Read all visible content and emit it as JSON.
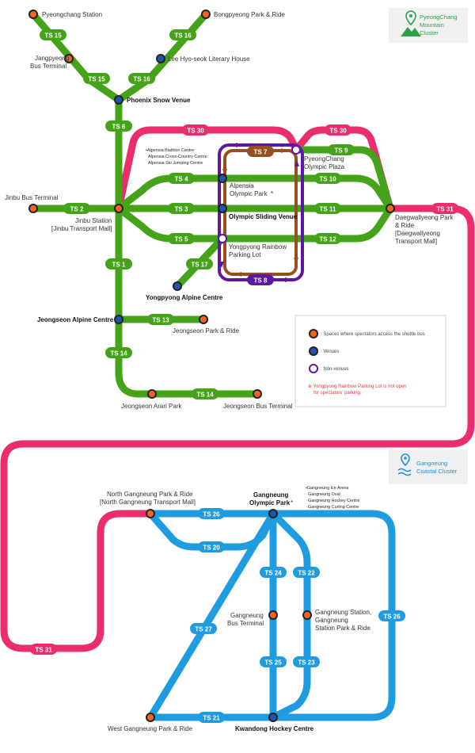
{
  "colors": {
    "green": "#44a318",
    "pink": "#ea2d6d",
    "blue": "#1f9ce0",
    "purple": "#5d18a2",
    "brown": "#94501e",
    "spectator_dot": "#f26522",
    "venue_dot": "#1e55b0",
    "nonvenue_dot": "#ffffff",
    "cluster_mountain": "#2ea04a",
    "cluster_coastal": "#1f8fd6"
  },
  "clusters": {
    "mountain": [
      "PyeongChang",
      "Mountain",
      "Cluster"
    ],
    "coastal": [
      "Gangneung",
      "Coastal Cluster"
    ],
    "mountain_icon": "mountain-pin-icon",
    "coastal_icon": "waves-pin-icon"
  },
  "routes": {
    "ts1": "TS 1",
    "ts2": "TS 2",
    "ts3": "TS 3",
    "ts4": "TS 4",
    "ts5": "TS 5",
    "ts6": "TS 6",
    "ts7": "TS 7",
    "ts8": "TS 8",
    "ts9": "TS 9",
    "ts10": "TS 10",
    "ts11": "TS 11",
    "ts12": "TS 12",
    "ts13": "TS 13",
    "ts14": "TS 14",
    "ts15": "TS 15",
    "ts16": "TS 16",
    "ts17": "TS 17",
    "ts20": "TS 20",
    "ts21": "TS 21",
    "ts22": "TS 22",
    "ts23": "TS 23",
    "ts24": "TS 24",
    "ts25": "TS 25",
    "ts26": "TS 26",
    "ts27": "TS 27",
    "ts30": "TS 30",
    "ts31": "TS 31"
  },
  "stations": {
    "pyeongchang_station": "Pyeongchang Station",
    "bongpyeong": "Bongpyeong Park & Ride",
    "jangpyeong_1": "Jangpyeong",
    "jangpyeong_2": "Bus Terminal",
    "lee_hyo_seok": "Lee Hyo-seok Literary House",
    "phoenix": "Phoenix Snow Venue",
    "alpensia_notes": [
      "•Alpensia Biathlon Centre",
      "Alpensia Cross-Country Centre",
      "Alpensia Ski Jumping Centre"
    ],
    "pc_plaza_1": "PyeongChang",
    "pc_plaza_2": "Olympic Plaza",
    "jinbu_bus": "Jinbu Bus Terminal",
    "jinbu_station_1": "Jinbu Station",
    "jinbu_station_2": "[Jinbu Transport Mall]",
    "alpensia_park_1": "Alpensia",
    "alpensia_park_2": "Olympic Park",
    "star": "*",
    "sliding": "Olympic Sliding Venue",
    "daegwallyeong": [
      "Daegwallyeong Park",
      "& Ride",
      "[Daegwallyeong",
      "Transport Mall]"
    ],
    "yongpyong_parking": [
      "Yongpyong Rainbow",
      "Parking Lot"
    ],
    "yongpyong_alpine": "Yongpyong Alpine Centre",
    "jeongseon_alpine": "Jeongseon Alpine Centre",
    "jeongseon_pr": "Jeongseon Park & Ride",
    "jeongseon_arari": "Jeongseon Arari Park",
    "jeongseon_bus": "Jeongseon Bus Terminal",
    "north_gn_1": "North Gangneung Park & Ride",
    "north_gn_2": "[North Gangneung Transport Mall]",
    "gn_park_1": "Gangneung",
    "gn_park_2": "Olympic Park",
    "gn_park_notes": [
      "•Gangneung Ice Arena",
      "Gangneung Oval",
      "Gangneung Hockey Centre",
      "Gangneung Curling Centre"
    ],
    "gn_bus_1": "Gangneung",
    "gn_bus_2": "Bus Terminal",
    "gn_station": [
      "Gangneung Station,",
      "Gangneung",
      "Station Park & Ride"
    ],
    "west_gn": "West Gangneung Park & Ride",
    "kwandong": "Kwandong Hockey Centre"
  },
  "legend": {
    "spectator": ": Spaces where spectators access the shuttle bus",
    "venues": ": Venues",
    "nonvenues": ": Non-venues",
    "note_1": "※ Yongpyong Rainbow Parking Lot is not open",
    "note_2": "for spectators' parking."
  }
}
